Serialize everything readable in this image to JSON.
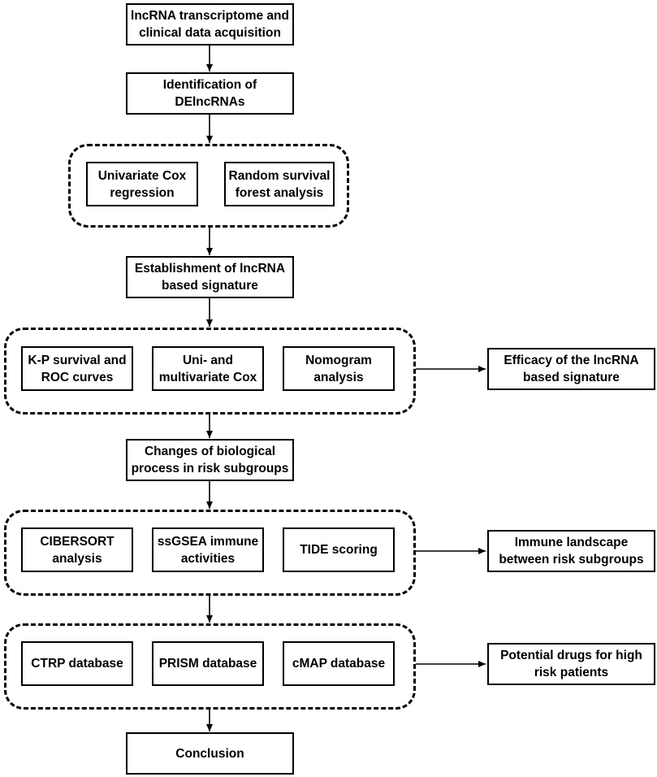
{
  "steps": {
    "acquisition": "lncRNA transcriptome and\nclinical data acquisition",
    "identification": "Identification of\nDElncRNAs",
    "univariate_cox": "Univariate Cox\nregression",
    "random_forest": "Random survival\nforest analysis",
    "establishment": "Establishment of lncRNA\nbased signature",
    "kp_roc": "K-P survival and\nROC curves",
    "uni_multi_cox": "Uni- and\nmultivariate Cox",
    "nomogram": "Nomogram\nanalysis",
    "efficacy": "Efficacy of the lncRNA\nbased signature",
    "biological_changes": "Changes of biological\nprocess in risk subgroups",
    "cibersort": "CIBERSORT\nanalysis",
    "ssgsea": "ssGSEA immune\nactivities",
    "tide": "TIDE scoring",
    "immune_landscape": "Immune landscape\nbetween risk subgroups",
    "ctrp": "CTRP database",
    "prism": "PRISM database",
    "cmap": "cMAP database",
    "drugs": "Potential drugs for high\nrisk patients",
    "conclusion": "Conclusion"
  }
}
